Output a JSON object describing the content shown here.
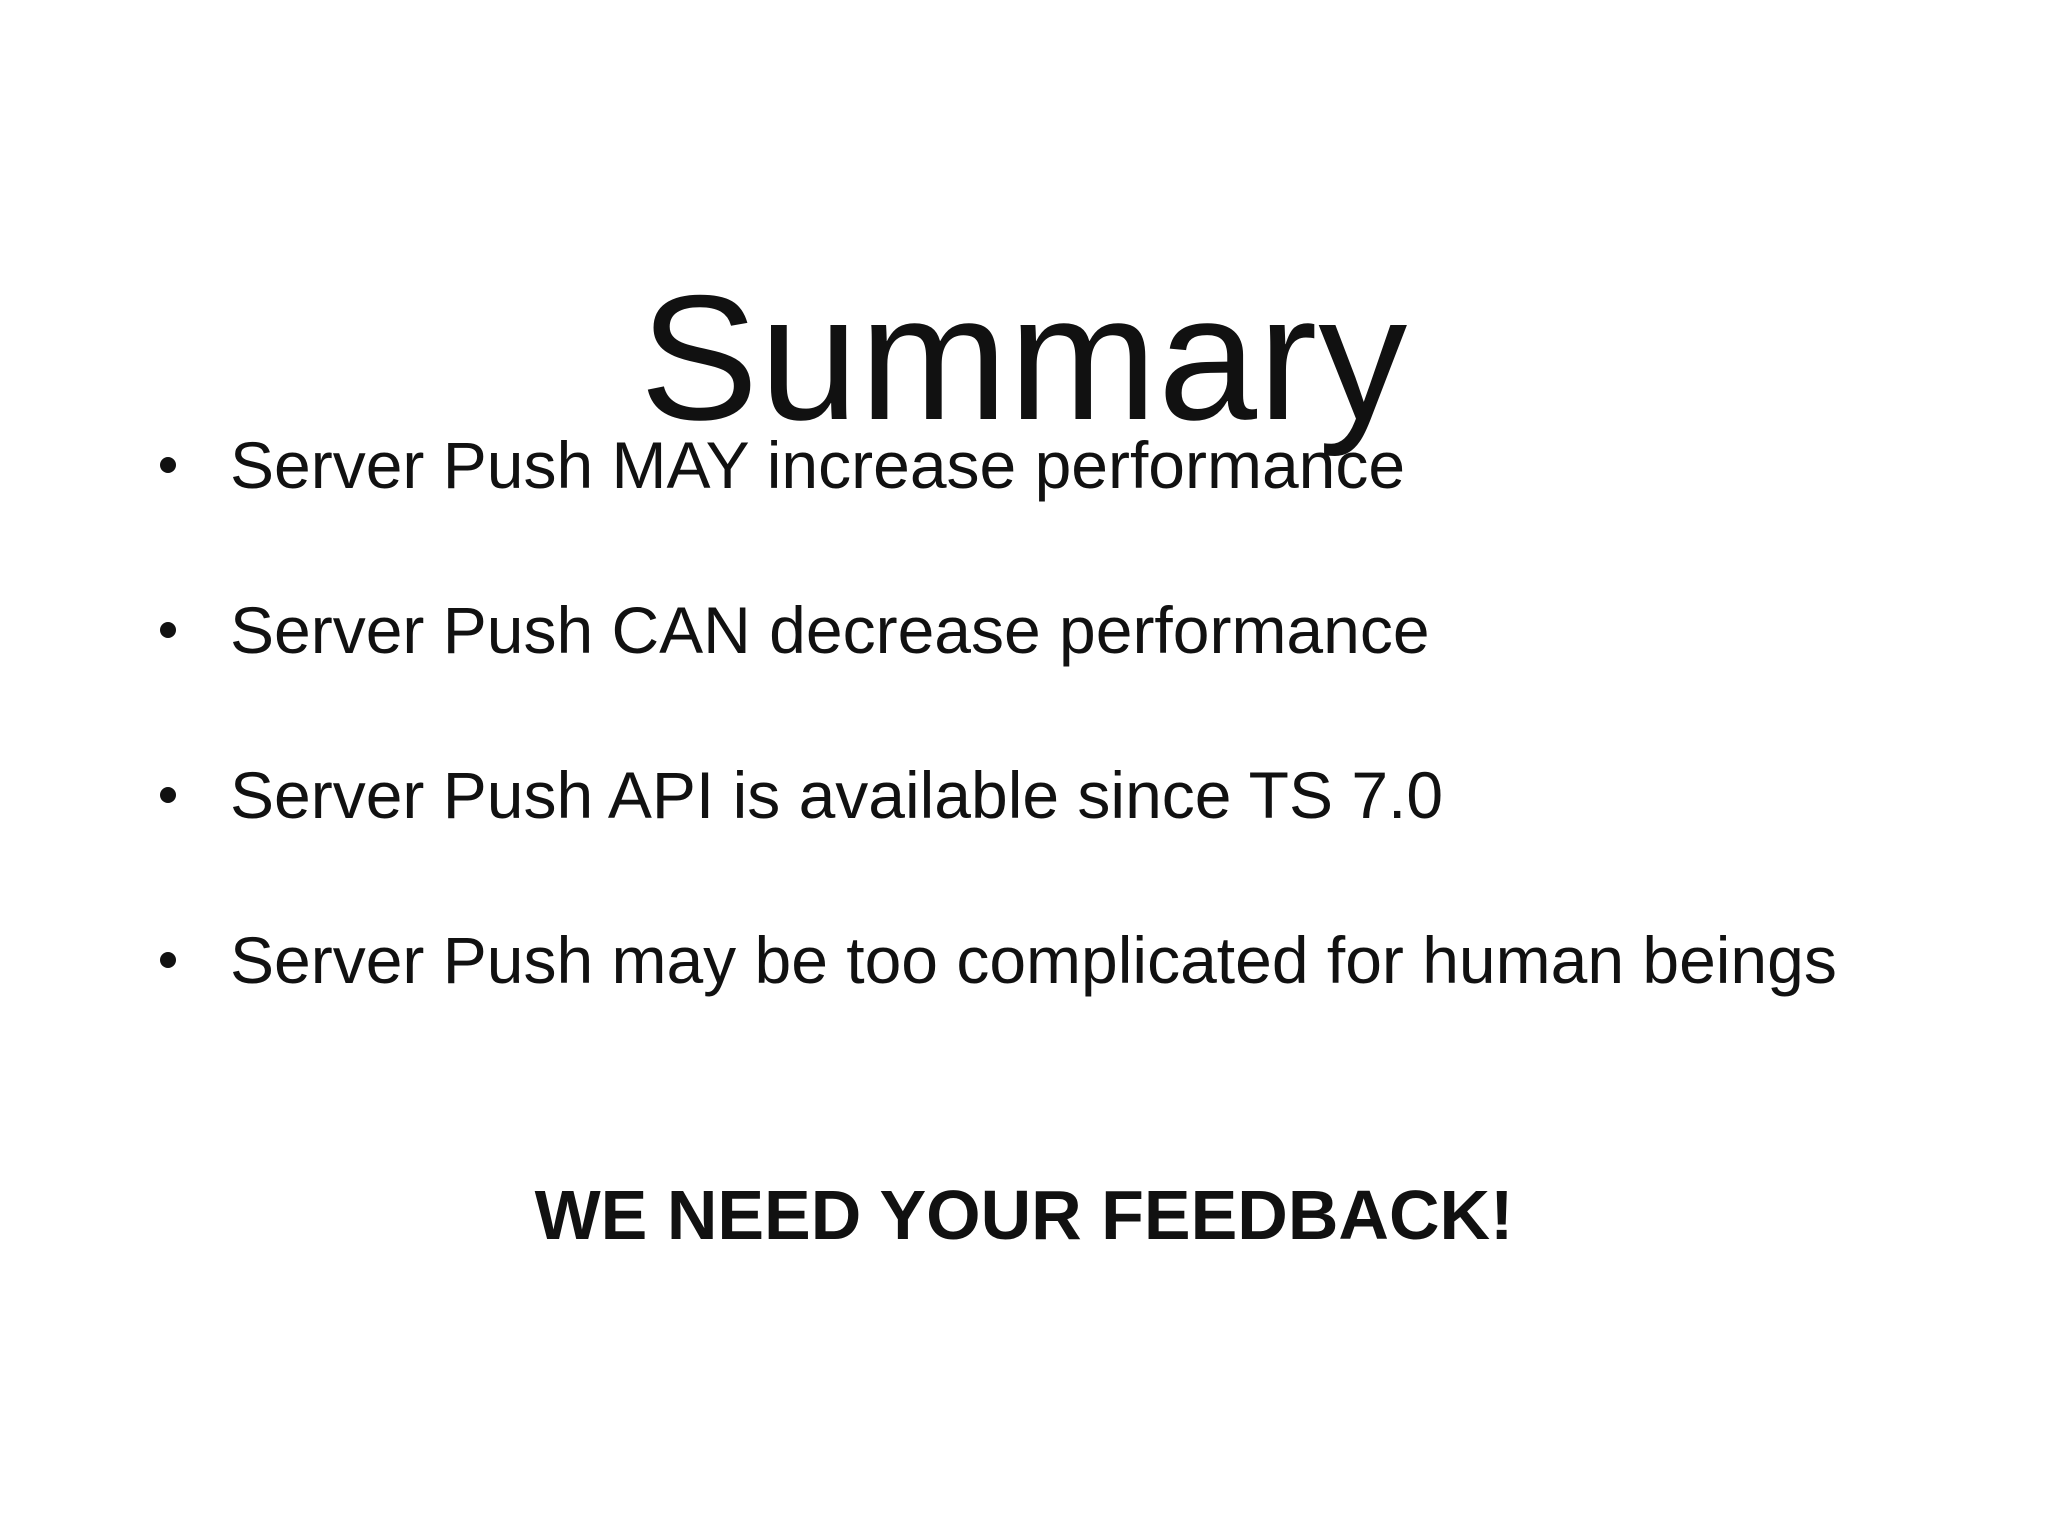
{
  "slide": {
    "title": "Summary",
    "bullets": [
      "Server Push MAY increase performance",
      "Server Push CAN decrease performance",
      "Server Push API is available since TS 7.0",
      "Server Push may be too complicated for human beings"
    ],
    "callout": "WE NEED YOUR FEEDBACK!"
  },
  "colors": {
    "background": "#ffffff",
    "text": "#111111"
  }
}
